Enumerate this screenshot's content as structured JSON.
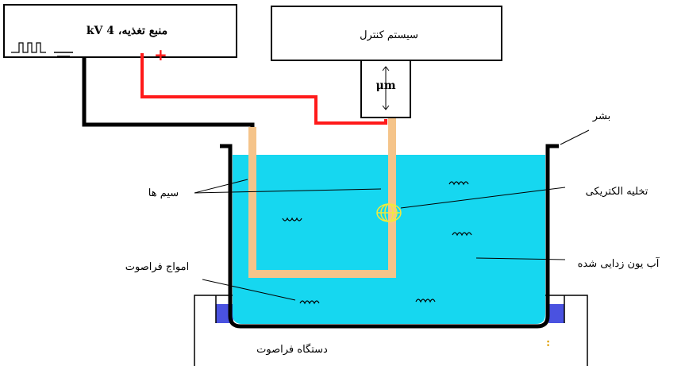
{
  "colors": {
    "water": "#16d7f0",
    "wire_positive": "#ff1a1a",
    "wire_negative": "#000000",
    "electrode": "#f5c48a",
    "spark": "#f2ea3a",
    "tray": "#4a52e0",
    "outline": "#000000"
  },
  "power_supply": {
    "label": "منبع تغذیه، 4 kV",
    "plus_sign": "+",
    "waveform_icon": "pulse-wave-icon"
  },
  "control_system": {
    "label": "سیستم کنترل",
    "micrometer_label": "μm",
    "arrow_icon": "double-arrow-icon"
  },
  "annotations": {
    "beaker": "بشر",
    "wires": "سیم ها",
    "discharge": "تخلیه الکتریکی",
    "deionized_water": "آب یون زدایی شده",
    "ultrasonic_waves": "امواج فراصوت"
  },
  "ultrasonic_device": {
    "label": "دستگاه فراصوت",
    "indicator": ":"
  }
}
